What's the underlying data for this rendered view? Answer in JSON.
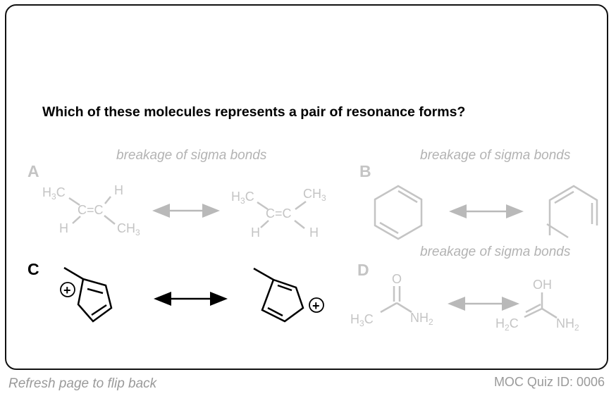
{
  "quiz": {
    "question": "Which of these molecules represents a pair of resonance forms?",
    "options": [
      {
        "letter": "A",
        "note": "breakage of sigma bonds"
      },
      {
        "letter": "B",
        "note": "breakage of sigma bonds"
      },
      {
        "letter": "C",
        "note": ""
      },
      {
        "letter": "D",
        "note": "breakage of sigma bonds"
      }
    ]
  },
  "labels": {
    "H": "H",
    "C": "C",
    "CH": "CH",
    "three": "3",
    "two": "2",
    "cc": "C=C",
    "O": "O",
    "OH": "OH",
    "N": "NH",
    "plus": "+"
  },
  "footer": {
    "left": "Refresh page to flip back",
    "right": "MOC Quiz ID: 0006"
  },
  "colors": {
    "dim": "#c4c4c4",
    "note": "#b3b3b3",
    "active": "#000000",
    "arrow_dim": "#b9b9b9"
  }
}
